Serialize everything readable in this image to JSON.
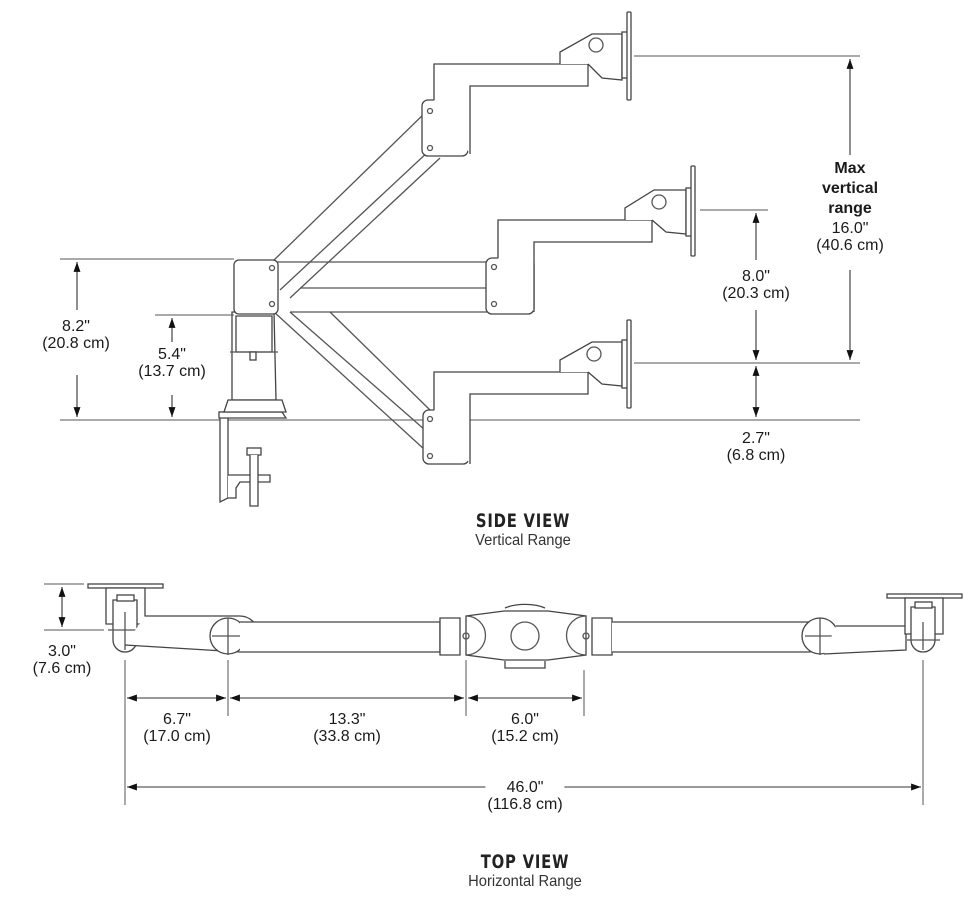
{
  "side_view": {
    "title": "SIDE VIEW",
    "subtitle": "Vertical Range",
    "dimensions": {
      "column_height": {
        "in": "8.2\"",
        "cm": "(20.8 cm)"
      },
      "pole_height": {
        "in": "5.4\"",
        "cm": "(13.7 cm)"
      },
      "max_vertical_range": {
        "label_1": "Max",
        "label_2": "vertical",
        "label_3": "range",
        "in": "16.0\"",
        "cm": "(40.6 cm)"
      },
      "upper_range": {
        "in": "8.0\"",
        "cm": "(20.3 cm)"
      },
      "lower_offset": {
        "in": "2.7\"",
        "cm": "(6.8 cm)"
      }
    }
  },
  "top_view": {
    "title": "TOP VIEW",
    "subtitle": "Horizontal Range",
    "dimensions": {
      "depth": {
        "in": "3.0\"",
        "cm": "(7.6 cm)"
      },
      "forearm": {
        "in": "6.7\"",
        "cm": "(17.0 cm)"
      },
      "main_arm": {
        "in": "13.3\"",
        "cm": "(33.8 cm)"
      },
      "hub": {
        "in": "6.0\"",
        "cm": "(15.2 cm)"
      },
      "total_span": {
        "in": "46.0\"",
        "cm": "(116.8 cm)"
      }
    }
  }
}
